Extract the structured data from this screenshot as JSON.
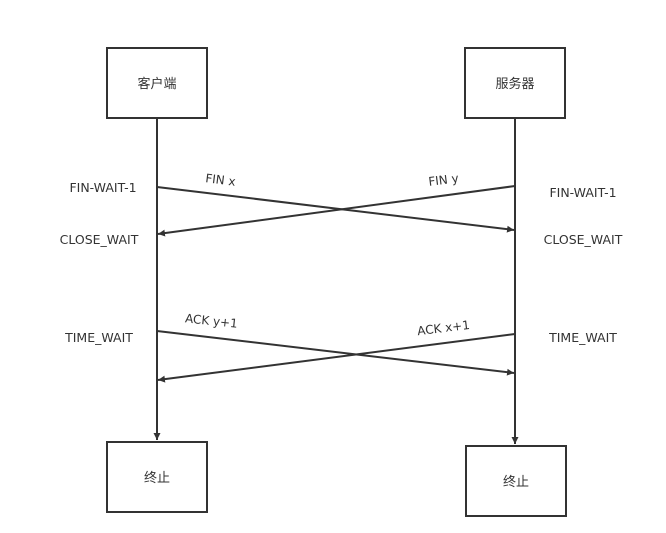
{
  "participants": {
    "client": {
      "label": "客户端",
      "end_label": "终止"
    },
    "server": {
      "label": "服务器",
      "end_label": "终止"
    }
  },
  "states": {
    "client_fin_wait": "FIN-WAIT-1",
    "client_close_wait": "CLOSE_WAIT",
    "client_time_wait": "TIME_WAIT",
    "server_fin_wait": "FIN-WAIT-1",
    "server_close_wait": "CLOSE_WAIT",
    "server_time_wait": "TIME_WAIT"
  },
  "messages": [
    {
      "label": "FIN x",
      "from": "client",
      "to": "server"
    },
    {
      "label": "FIN y",
      "from": "server",
      "to": "client"
    },
    {
      "label": "ACK y+1",
      "from": "client",
      "to": "server"
    },
    {
      "label": "ACK x+1",
      "from": "server",
      "to": "client"
    }
  ],
  "colors": {
    "stroke": "#333333",
    "text": "#333333",
    "background": "#ffffff"
  }
}
